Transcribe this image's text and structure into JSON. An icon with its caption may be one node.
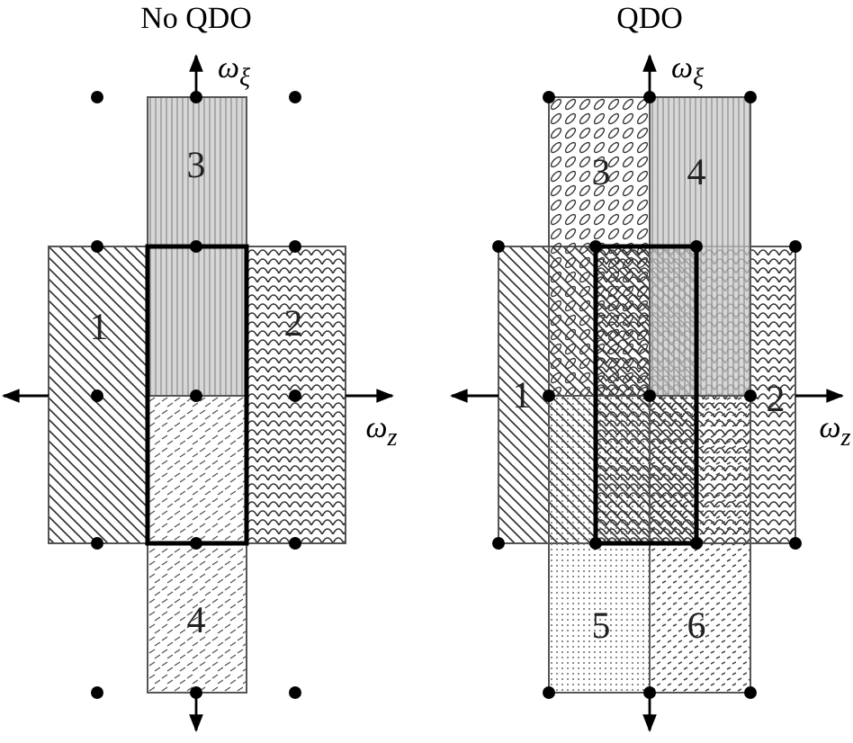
{
  "diagram": {
    "nodes": [
      {
        "text": [
          "1"
        ]
      },
      {
        "text": [
          "2"
        ]
      },
      {
        "text": [
          "3"
        ]
      },
      {
        "text": [
          "4"
        ]
      },
      {
        "text": [
          "1"
        ]
      },
      {
        "text": [
          "2"
        ]
      },
      {
        "text": [
          "3"
        ]
      },
      {
        "text": [
          "4"
        ]
      },
      {
        "text": [
          "5"
        ]
      },
      {
        "text": [
          "6"
        ]
      }
    ],
    "edges": [],
    "labels": [
      "No QDO",
      "QDO",
      "ω$_{ξ}$",
      "ω$_{z}$",
      "ω$_{ξ}$",
      "ω$_{z}$"
    ]
  }
}
